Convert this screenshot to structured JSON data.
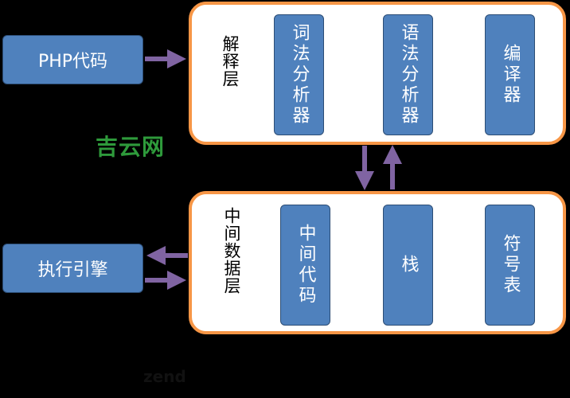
{
  "colors": {
    "background": "#000000",
    "layer_border": "#f79646",
    "layer_fill": "#ffffff",
    "block_fill": "#4f81bd",
    "block_border": "#2c4d75",
    "arrow": "#8064a2",
    "watermark": "#2e9a3b"
  },
  "external": {
    "php_code": "PHP代码",
    "engine": "执行引擎"
  },
  "interpreter_layer": {
    "label": "解释层",
    "blocks": [
      "词法分析器",
      "语法分析器",
      "编译器"
    ]
  },
  "data_layer": {
    "label": "中间数据层",
    "blocks": [
      "中间代码",
      "栈",
      "符号表"
    ]
  },
  "watermark": "吉云网",
  "caption": "zend"
}
